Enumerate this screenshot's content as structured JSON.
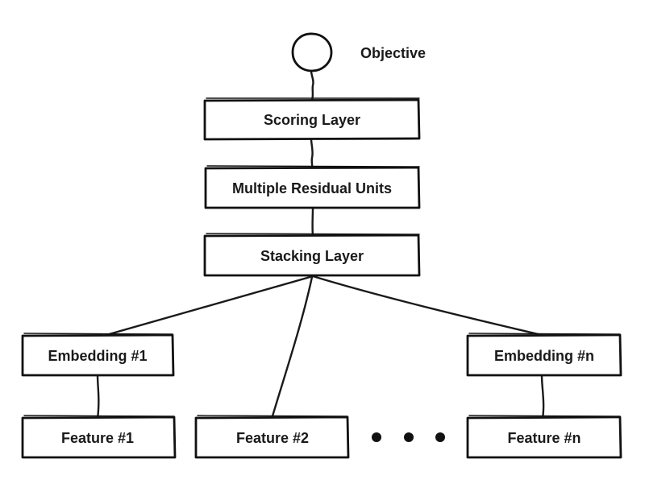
{
  "objective": {
    "label": "Objective"
  },
  "layers": {
    "scoring": "Scoring Layer",
    "residual": "Multiple Residual Units",
    "stacking": "Stacking Layer"
  },
  "embeddings": {
    "first": "Embedding #1",
    "last": "Embedding #n"
  },
  "features": {
    "first": "Feature #1",
    "second": "Feature #2",
    "last": "Feature #n"
  },
  "colors": {
    "ink": "#111111",
    "background": "#ffffff"
  }
}
